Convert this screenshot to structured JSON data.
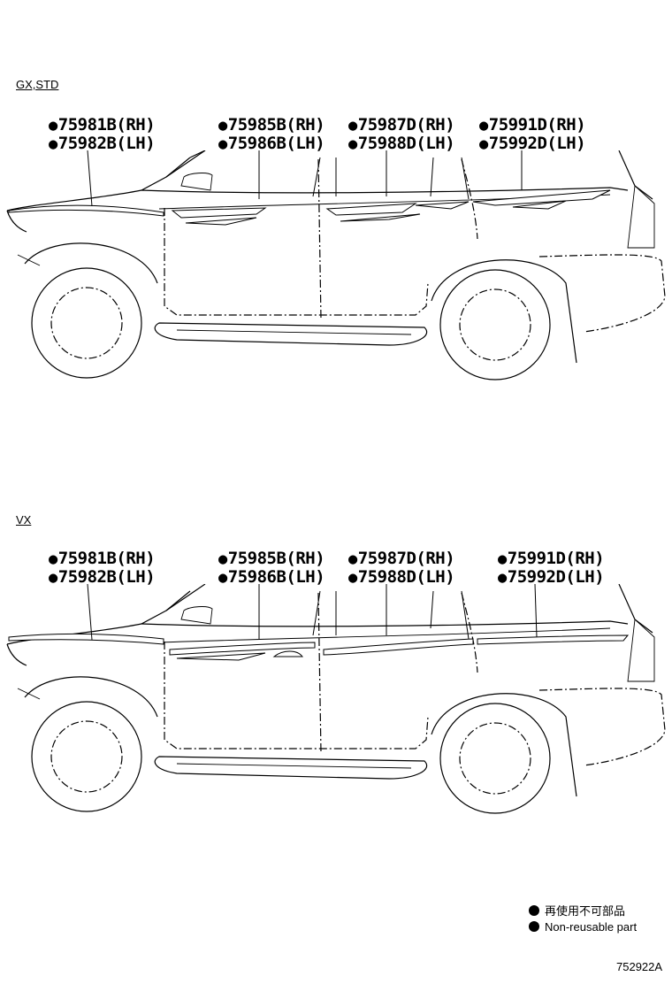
{
  "diagrams": [
    {
      "variant": "GX,STD",
      "parts": [
        {
          "marker": "●",
          "rh": "75981B(RH)",
          "lh": "75982B(LH)"
        },
        {
          "marker": "●",
          "rh": "75985B(RH)",
          "lh": "75986B(LH)"
        },
        {
          "marker": "●",
          "rh": "75987D(RH)",
          "lh": "75988D(LH)"
        },
        {
          "marker": "●",
          "rh": "75991D(RH)",
          "lh": "75992D(LH)"
        }
      ]
    },
    {
      "variant": "VX",
      "parts": [
        {
          "marker": "●",
          "rh": "75981B(RH)",
          "lh": "75982B(LH)"
        },
        {
          "marker": "●",
          "rh": "75985B(RH)",
          "lh": "75986B(LH)"
        },
        {
          "marker": "●",
          "rh": "75987D(RH)",
          "lh": "75988D(LH)"
        },
        {
          "marker": "●",
          "rh": "75991D(RH)",
          "lh": "75992D(LH)"
        }
      ]
    }
  ],
  "legend": {
    "japanese": "再使用不可部品",
    "english": "Non-reusable part"
  },
  "figure_id": "752922A"
}
